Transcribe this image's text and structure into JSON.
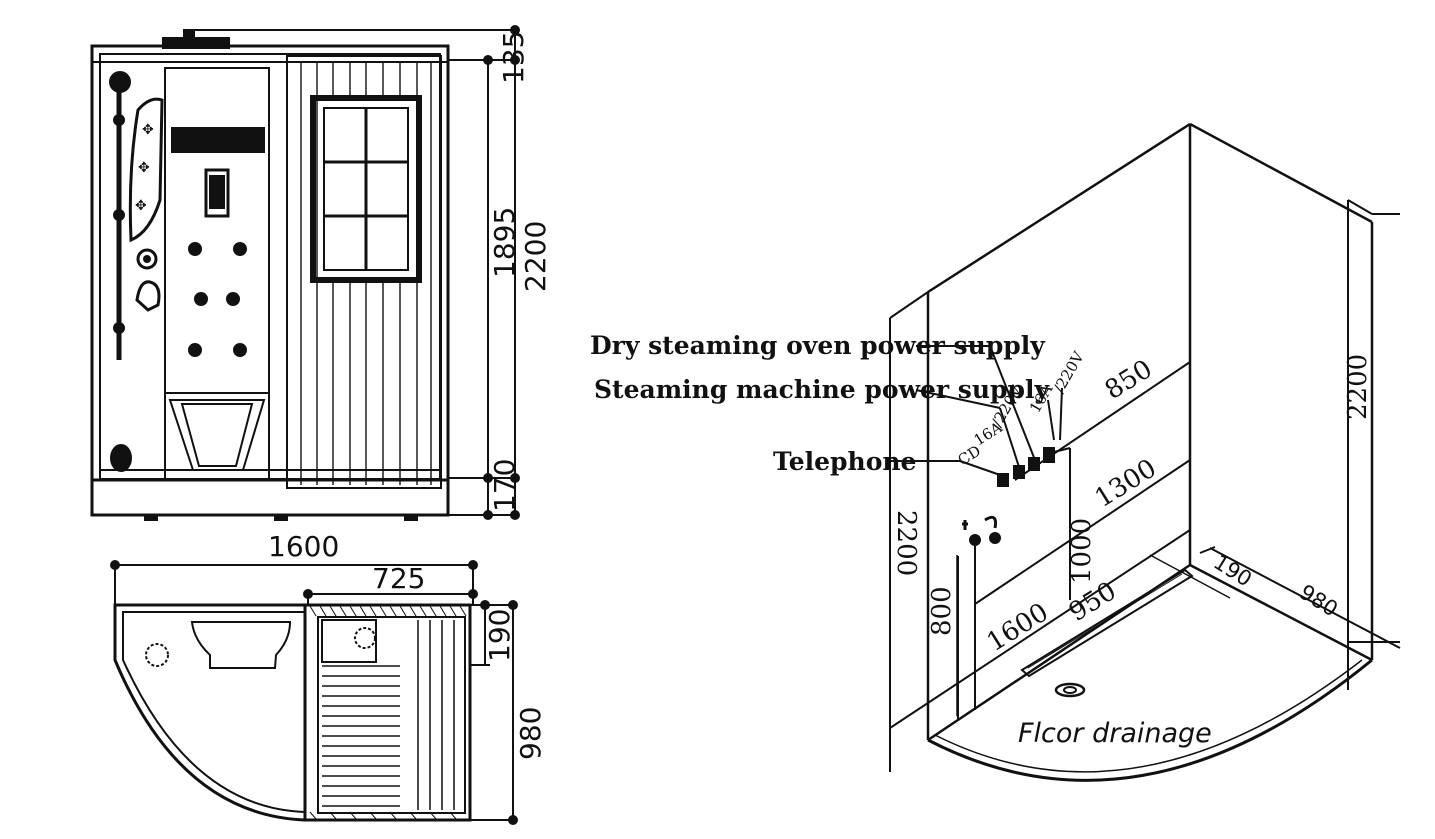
{
  "front_view": {
    "dim_top": "135",
    "dim_inner_height": "1895",
    "dim_total_height": "2200",
    "dim_bottom": "170"
  },
  "plan_view": {
    "dim_width": "1600",
    "dim_cabin": "725",
    "dim_ledge": "190",
    "dim_depth": "980"
  },
  "iso_view": {
    "labels": {
      "dry_oven": "Dry steaming oven power supply",
      "steam_machine": "Steaming machine power supply",
      "telephone": "Telephone",
      "floor_drainage": "Flcor drainage"
    },
    "spec_small": {
      "cd": "CD",
      "amp_1": "16A",
      "volt_1": "/220V",
      "amp_2": "16A",
      "volt_2": "/220V"
    },
    "dims": {
      "d850": "850",
      "d1300": "1300",
      "d2200_right": "2200",
      "d2200_left": "2200",
      "d1000": "1000",
      "d800": "800",
      "d1600": "1600",
      "d950": "950",
      "d190": "190",
      "d980": "980"
    }
  }
}
